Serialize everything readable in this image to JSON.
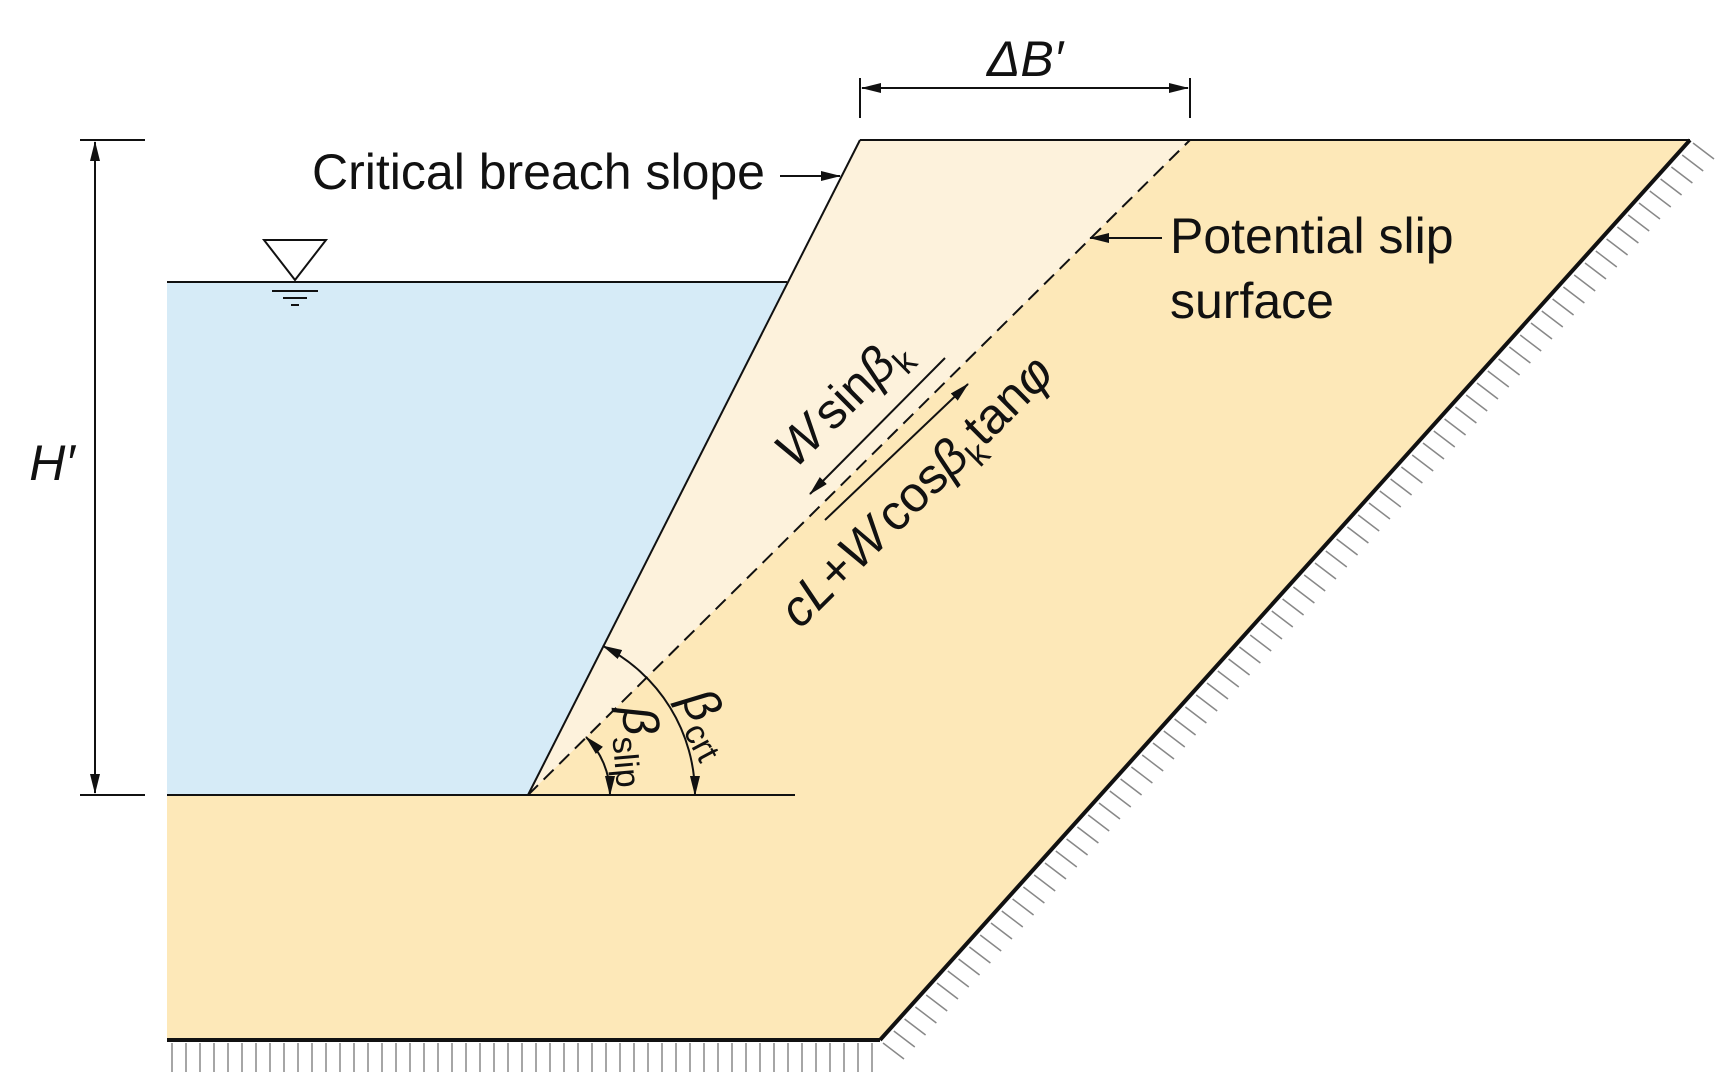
{
  "labels": {
    "delta_b": "ΔB′",
    "critical_breach_slope": "Critical breach slope",
    "potential_slip_line1": "Potential slip",
    "potential_slip_line2": "surface",
    "height": "H′",
    "beta_crt_symbol": "β",
    "beta_crt_sub": "crt",
    "beta_slip_symbol": "β",
    "beta_slip_sub": "slip",
    "driving_w": "W",
    "driving_fn": "sin",
    "driving_beta": "β",
    "driving_sub": "k",
    "resisting_c": "c",
    "resisting_l": "L",
    "resisting_plus": "+",
    "resisting_w": "W",
    "resisting_fn": "cos",
    "resisting_beta": "β",
    "resisting_sub": "k",
    "resisting_tan": "tan",
    "resisting_phi": "φ"
  },
  "colors": {
    "water": "#d6ebf7",
    "soil": "#fde8b8",
    "failure_wedge": "#fdf2dc",
    "line": "#111111"
  }
}
